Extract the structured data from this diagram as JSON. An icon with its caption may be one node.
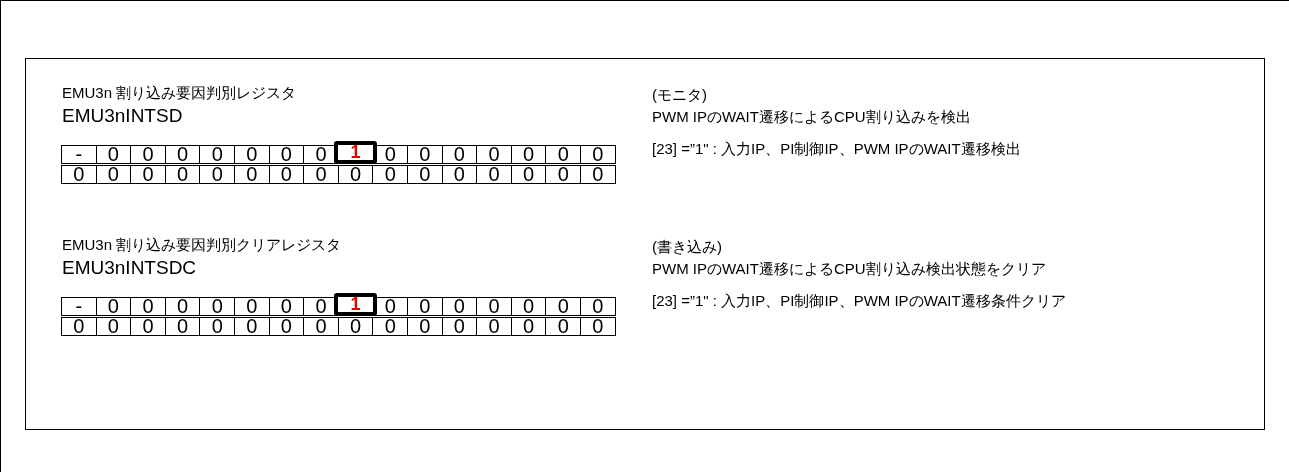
{
  "diagram": {
    "labels": [
      "EMU3n 割り込み要因判別レジスタ",
      "EMU3nINTSD",
      "-",
      "0",
      "0",
      "0",
      "0",
      "0",
      "0",
      "0",
      "1",
      "0",
      "0",
      "0",
      "0",
      "0",
      "0",
      "0",
      "0",
      "0",
      "0",
      "0",
      "0",
      "0",
      "0",
      "0",
      "0",
      "0",
      "0",
      "0",
      "0",
      "0",
      "0",
      "0",
      "(モニタ)",
      "PWM IPのWAIT遷移によるCPU割り込みを検出",
      "[23] =”1\" : 入力IP、PI制御IP、PWM IPのWAIT遷移検出",
      "EMU3n 割り込み要因判別クリアレジスタ",
      "EMU3nINTSDC",
      "-",
      "0",
      "0",
      "0",
      "0",
      "0",
      "0",
      "0",
      "1",
      "0",
      "0",
      "0",
      "0",
      "0",
      "0",
      "0",
      "0",
      "0",
      "0",
      "0",
      "0",
      "0",
      "0",
      "0",
      "0",
      "0",
      "0",
      "0",
      "0",
      "0",
      "0",
      "0",
      "(書き込み)",
      "PWM IPのWAIT遷移によるCPU割り込み検出状態をクリア",
      "[23] =”1\" : 入力IP、PI制御IP、PWM IPのWAIT遷移条件クリア"
    ]
  }
}
